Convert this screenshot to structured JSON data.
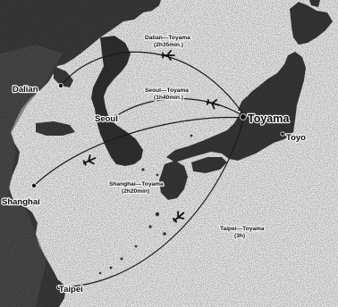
{
  "map": {
    "colors": {
      "sea": "#f2f2f2",
      "land": "#3a3a3a",
      "route": "#1a1a1a",
      "text": "#111111"
    },
    "cities": {
      "dalian": "Dalian",
      "seoul": "Seoul",
      "shanghai": "Shanghai",
      "taipei": "Taipei",
      "toyama": "Toyama",
      "tokyo": "Toyo"
    },
    "routes": {
      "dalian": {
        "line1": "Dalian—Toyama",
        "line2": "(2h35min.)"
      },
      "seoul": {
        "line1": "Seoul—Toyama",
        "line2": "(1h40min.)"
      },
      "shanghai": {
        "line1": "Shanghai—Toyama",
        "line2": "(2h20min)"
      },
      "taipei": {
        "line1": "Taipei—Toyama",
        "line2": "(3h)"
      }
    },
    "icons": [
      "airplane-icon",
      "city-dot-icon"
    ]
  }
}
